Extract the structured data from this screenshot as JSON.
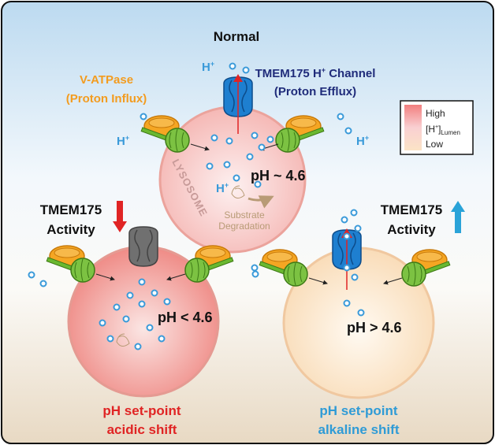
{
  "title": "Normal",
  "vatpase": {
    "line1": "V-ATPase",
    "line2": "(Proton Influx)"
  },
  "channel": {
    "line1": "TMEM175 H",
    "sup": "+",
    "line1b": " Channel",
    "line2": "(Proton Efflux)"
  },
  "legend": {
    "high": "High",
    "mid": "[H",
    "mid_sup": "+",
    "mid_close": "]",
    "mid_sub": "Lumen",
    "low": "Low"
  },
  "proton": {
    "label": "H",
    "sup": "+"
  },
  "normal": {
    "ph": "pH ~ 4.6",
    "organelle": "LYSOSOME",
    "substrate1": "Substrate",
    "substrate2": "Degradation"
  },
  "decrease": {
    "line1": "TMEM175",
    "line2": "Activity",
    "ph": "pH < 4.6",
    "result1": "pH set-point",
    "result2": "acidic shift"
  },
  "increase": {
    "line1": "TMEM175",
    "line2": "Activity",
    "ph": "pH > 4.6",
    "result1": "pH set-point",
    "result2": "alkaline shift"
  },
  "colors": {
    "vatpase": "#f39c1f",
    "channel_text": "#1f2b7a",
    "proton": "#3a9ad9",
    "acidic": "#e02424",
    "alkaline": "#2f9bd6",
    "arrow_down": "#e02424",
    "arrow_up": "#2aa3d8"
  }
}
